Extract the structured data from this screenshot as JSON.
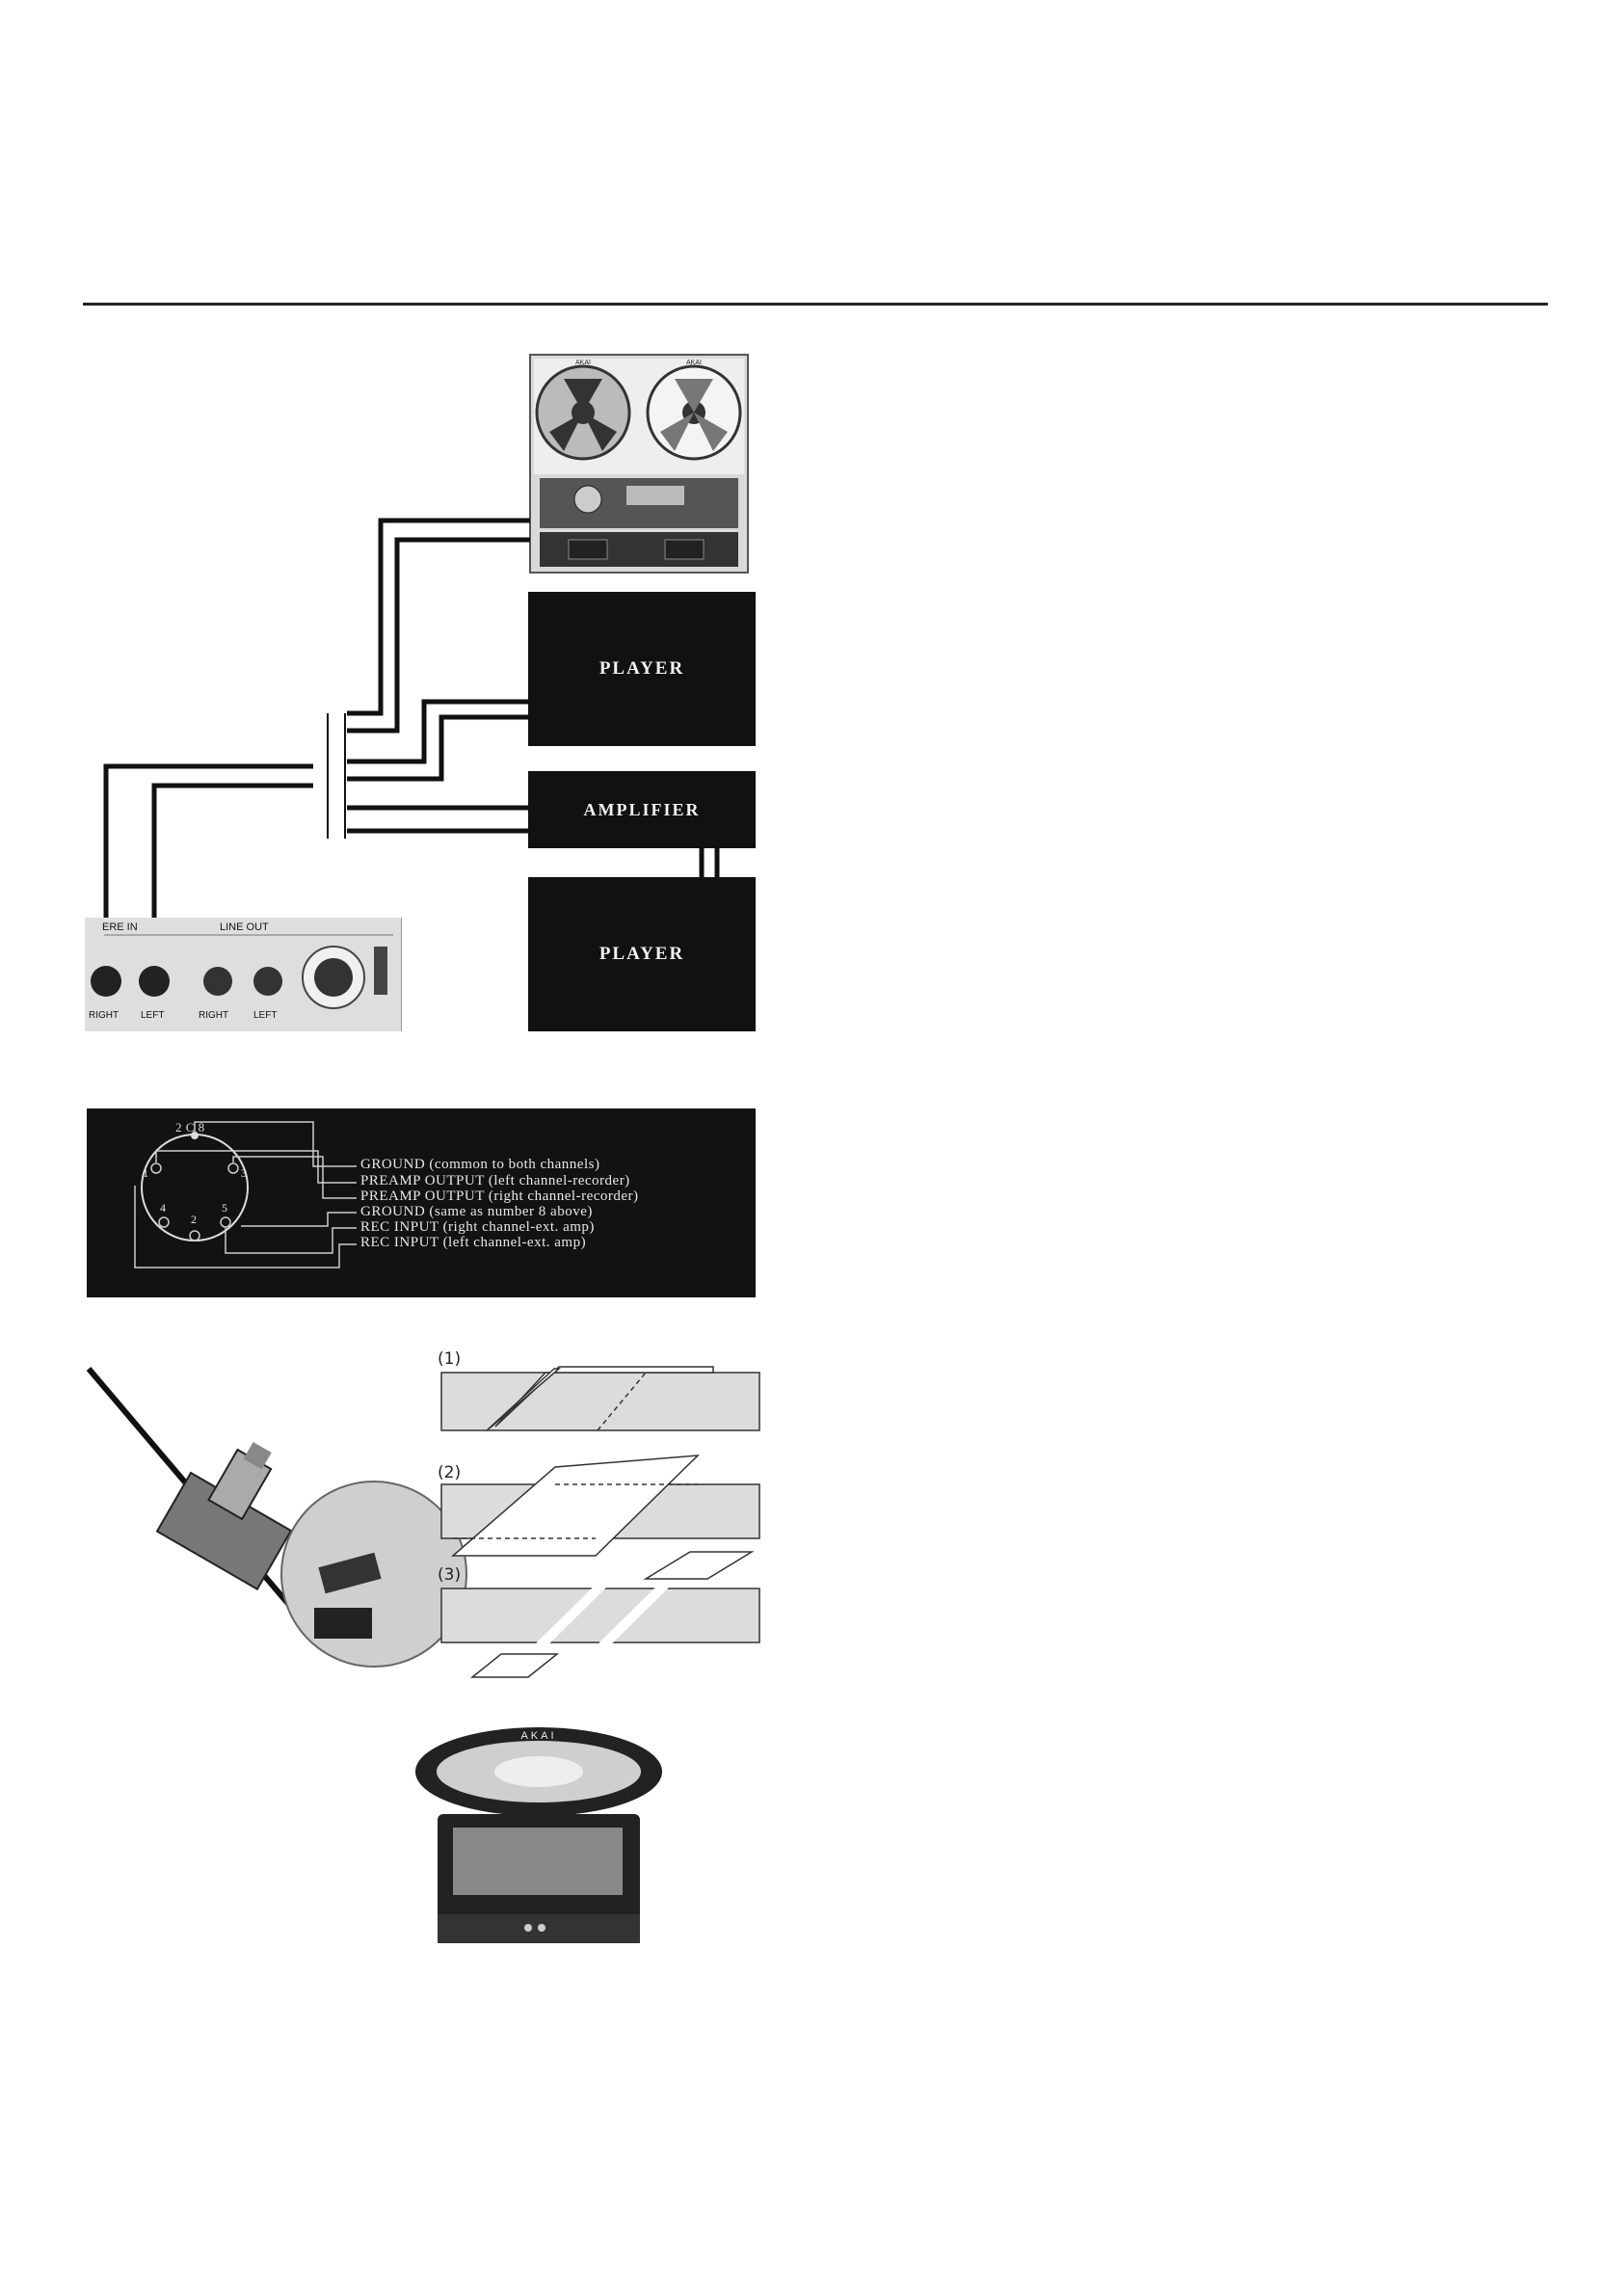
{
  "connection": {
    "player_top": "PLAYER",
    "amplifier": "AMPLIFIER",
    "player_bottom": "PLAYER",
    "panel": {
      "input_label": "ERE IN",
      "line_out_label": "LINE OUT",
      "right1": "RIGHT",
      "left1": "LEFT",
      "right2": "RIGHT",
      "left2": "LEFT"
    }
  },
  "din": {
    "pin_header": "2 C 8",
    "pins": [
      "1",
      "4",
      "2",
      "5",
      "3"
    ],
    "labels": [
      "GROUND (common to both channels)",
      "PREAMP OUTPUT (left channel-recorder)",
      "PREAMP OUTPUT (right channel-recorder)",
      "GROUND (same as number 8 above)",
      "REC INPUT (right channel-ext. amp)",
      "REC INPUT (left channel-ext. amp)"
    ]
  },
  "splice": {
    "steps": [
      "(1)",
      "(2)",
      "(3)"
    ]
  },
  "cleaner": {
    "brand": "AKAI"
  },
  "recorder": {
    "brand_left": "AKAI",
    "brand_right": "AKAI"
  },
  "colors": {
    "ink": "#111111",
    "paper": "#ffffff",
    "tape": "#dcdcdc"
  }
}
